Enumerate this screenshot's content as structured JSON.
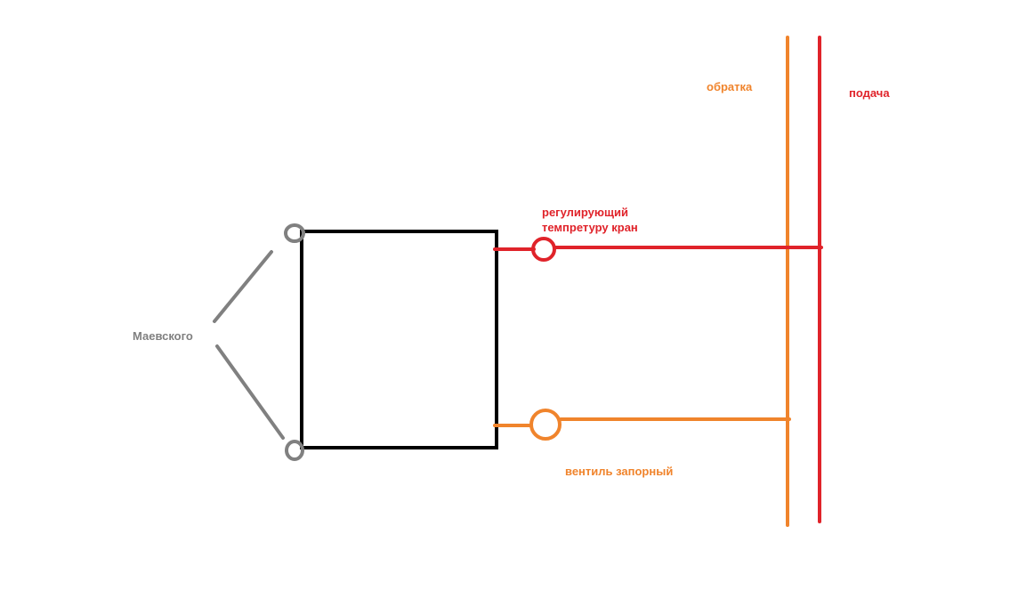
{
  "labels": {
    "return_pipe": "обратка",
    "supply_pipe": "подача",
    "regulating_valve_line1": "регулирующий",
    "regulating_valve_line2": "темпретуру кран",
    "mayevsky_valve": "Маевского",
    "shutoff_valve": "вентиль запорный"
  },
  "colors": {
    "supply": "#e0232a",
    "return": "#f0842c",
    "radiator": "#000000",
    "mayevsky": "#808080"
  }
}
